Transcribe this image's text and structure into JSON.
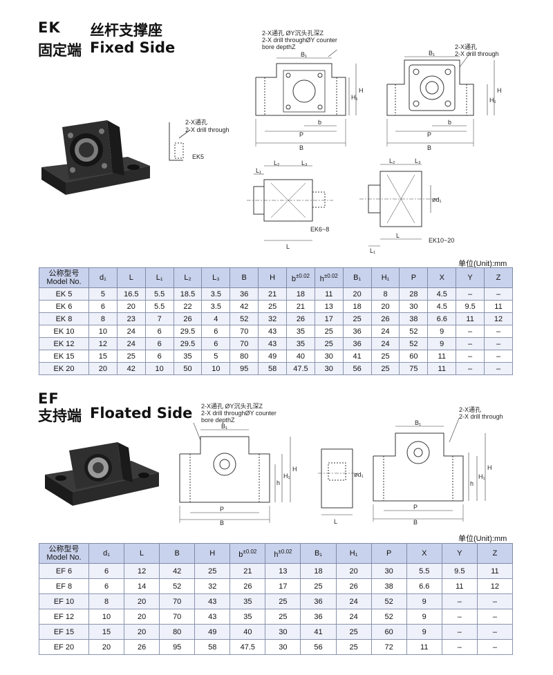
{
  "ek_section": {
    "code": "EK",
    "title_cn": "丝杆支撑座",
    "side_cn": "固定端",
    "side_en": "Fixed Side",
    "unit": "单位(Unit):mm",
    "note_counterbore_cn": "2-X通孔 ØY沉头孔深Z",
    "note_counterbore_en1": "2-X drill throughØY counter",
    "note_counterbore_en2": "bore depthZ",
    "note_through_cn": "2-X通孔",
    "note_through_en": "2-X drill through",
    "label_ek5": "EK5",
    "label_ek68": "EK6~8",
    "label_ek1020": "EK10~20",
    "headers": [
      "公称型号",
      "Model No.",
      "d₁",
      "L",
      "L₁",
      "L₂",
      "L₃",
      "B",
      "H",
      "b",
      "h",
      "B₁",
      "H₁",
      "P",
      "X",
      "Y",
      "Z"
    ],
    "tol": "±0.02",
    "rows": [
      [
        "EK 5",
        "5",
        "16.5",
        "5.5",
        "18.5",
        "3.5",
        "36",
        "21",
        "18",
        "11",
        "20",
        "8",
        "28",
        "4.5",
        "–",
        "–"
      ],
      [
        "EK 6",
        "6",
        "20",
        "5.5",
        "22",
        "3.5",
        "42",
        "25",
        "21",
        "13",
        "18",
        "20",
        "30",
        "4.5",
        "9.5",
        "11"
      ],
      [
        "EK 8",
        "8",
        "23",
        "7",
        "26",
        "4",
        "52",
        "32",
        "26",
        "17",
        "25",
        "26",
        "38",
        "6.6",
        "11",
        "12"
      ],
      [
        "EK 10",
        "10",
        "24",
        "6",
        "29.5",
        "6",
        "70",
        "43",
        "35",
        "25",
        "36",
        "24",
        "52",
        "9",
        "–",
        "–"
      ],
      [
        "EK 12",
        "12",
        "24",
        "6",
        "29.5",
        "6",
        "70",
        "43",
        "35",
        "25",
        "36",
        "24",
        "52",
        "9",
        "–",
        "–"
      ],
      [
        "EK 15",
        "15",
        "25",
        "6",
        "35",
        "5",
        "80",
        "49",
        "40",
        "30",
        "41",
        "25",
        "60",
        "11",
        "–",
        "–"
      ],
      [
        "EK 20",
        "20",
        "42",
        "10",
        "50",
        "10",
        "95",
        "58",
        "47.5",
        "30",
        "56",
        "25",
        "75",
        "11",
        "–",
        "–"
      ]
    ]
  },
  "ef_section": {
    "code": "EF",
    "side_cn": "支持端",
    "side_en": "Floated Side",
    "unit": "单位(Unit):mm",
    "note_counterbore_cn": "2-X通孔 ØY沉头孔深Z",
    "note_counterbore_en1": "2-X drill throughØY counter",
    "note_counterbore_en2": "bore depthZ",
    "note_through_cn": "2-X通孔",
    "note_through_en": "2-X drill through",
    "headers": [
      "公称型号",
      "Model No.",
      "d₁",
      "L",
      "B",
      "H",
      "b",
      "h",
      "B₁",
      "H₁",
      "P",
      "X",
      "Y",
      "Z"
    ],
    "tol": "±0.02",
    "rows": [
      [
        "EF  6",
        "6",
        "12",
        "42",
        "25",
        "21",
        "13",
        "18",
        "20",
        "30",
        "5.5",
        "9.5",
        "11"
      ],
      [
        "EF  8",
        "6",
        "14",
        "52",
        "32",
        "26",
        "17",
        "25",
        "26",
        "38",
        "6.6",
        "11",
        "12"
      ],
      [
        "EF 10",
        "8",
        "20",
        "70",
        "43",
        "35",
        "25",
        "36",
        "24",
        "52",
        "9",
        "–",
        "–"
      ],
      [
        "EF 12",
        "10",
        "20",
        "70",
        "43",
        "35",
        "25",
        "36",
        "24",
        "52",
        "9",
        "–",
        "–"
      ],
      [
        "EF 15",
        "15",
        "20",
        "80",
        "49",
        "40",
        "30",
        "41",
        "25",
        "60",
        "9",
        "–",
        "–"
      ],
      [
        "EF 20",
        "20",
        "26",
        "95",
        "58",
        "47.5",
        "30",
        "56",
        "25",
        "72",
        "11",
        "–",
        "–"
      ]
    ]
  },
  "dims": {
    "B": "B",
    "B1": "B₁",
    "P": "P",
    "b": "b",
    "H": "H",
    "H1": "H₁",
    "h": "h",
    "L": "L",
    "L1": "L₁",
    "L2": "L₂",
    "L3": "L₃",
    "d1": "ød₁"
  }
}
